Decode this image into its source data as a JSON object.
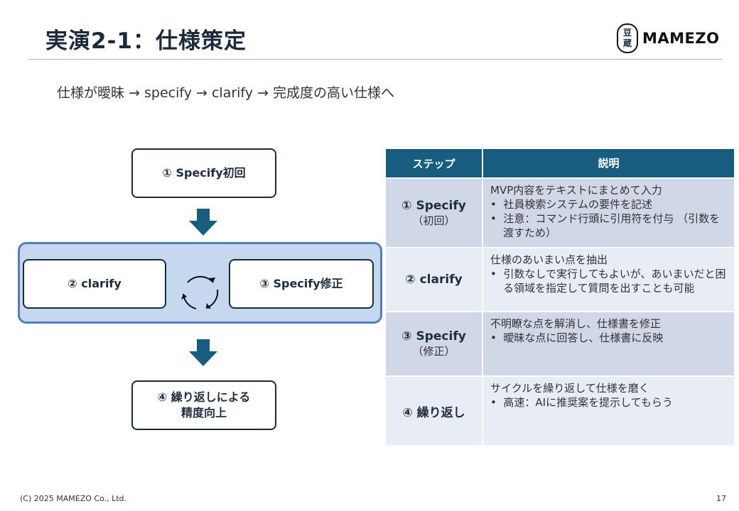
{
  "header": {
    "title": "実演2-1：仕様策定",
    "logo_mark": "豆蔵",
    "logo_text": "MAMEZO"
  },
  "subtitle": "仕様が曖昧 → specify → clarify → 完成度の高い仕様へ",
  "flow": {
    "step1": "① Specify初回",
    "step2": "② clarify",
    "step3": "③ Specify修正",
    "step4_line1": "④ 繰り返しによる",
    "step4_line2": "精度向上"
  },
  "table": {
    "headers": [
      "ステップ",
      "説明"
    ],
    "rows": [
      {
        "step": "① Specify",
        "sub": "（初回）",
        "lead": "MVP内容をテキストにまとめて入力",
        "bullets": [
          "社員検索システムの要件を記述",
          "注意：コマンド行頭に引用符を付与 （引数を渡すため）"
        ]
      },
      {
        "step": "② clarify",
        "sub": "",
        "lead": "仕様のあいまい点を抽出",
        "bullets": [
          "引数なしで実行してもよいが、あいまいだと困る領域を指定して質問を出すことも可能"
        ]
      },
      {
        "step": "③ Specify",
        "sub": "（修正）",
        "lead": "不明瞭な点を解消し、仕様書を修正",
        "bullets": [
          "曖昧な点に回答し、仕様書に反映"
        ]
      },
      {
        "step": "④ 繰り返し",
        "sub": "",
        "lead": "サイクルを繰り返して仕様を磨く",
        "bullets": [
          "高速：AIに推奨案を提示してもらう"
        ]
      }
    ]
  },
  "footer": {
    "copyright": "(C) 2025 MAMEZO Co., Ltd.",
    "page": "17"
  },
  "colors": {
    "accent": "#175d80",
    "group_fill": "#c6d8ef",
    "group_border": "#4f7fbf"
  }
}
